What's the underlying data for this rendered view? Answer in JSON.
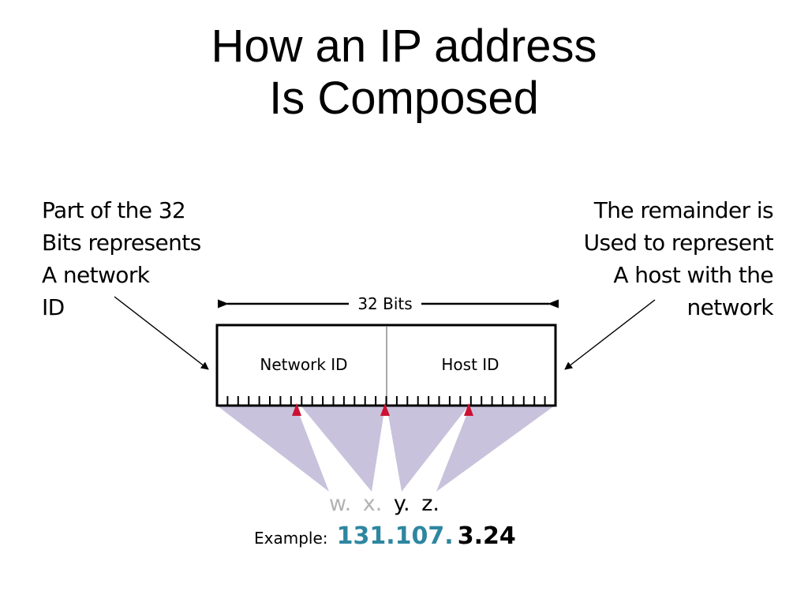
{
  "slide": {
    "title_lines": [
      "How an IP address",
      "Is Composed"
    ],
    "left_note_lines": [
      "Part of the 32",
      "Bits represents",
      "A network",
      "ID"
    ],
    "right_note_lines": [
      "The remainder is",
      "Used to represent",
      "A host with the",
      "network"
    ]
  },
  "diagram": {
    "bits_label": "32 Bits",
    "network_id_label": "Network ID",
    "host_id_label": "Host ID",
    "octet_letters": [
      "w.",
      "x.",
      "y.",
      "z."
    ],
    "example_label": "Example:",
    "example_network_part": "131.107.",
    "example_host_part": "3.24",
    "colors": {
      "network_text": "#2e86a0",
      "dim_letters": "#b3b3b3",
      "fan_fill": "#c8c2dc",
      "marker": "#cc1133"
    }
  }
}
